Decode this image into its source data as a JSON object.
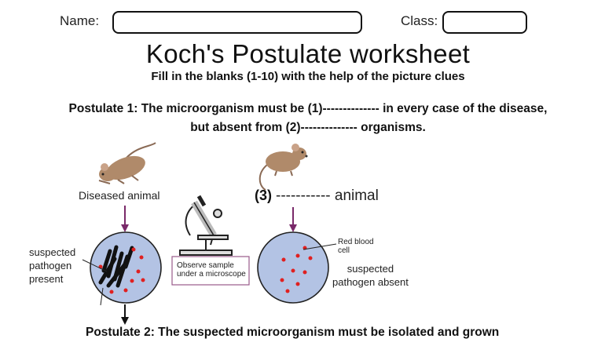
{
  "header": {
    "name_label": "Name:",
    "class_label": "Class:"
  },
  "title": "Koch's Postulate worksheet",
  "subtitle": "Fill in the blanks (1-10) with the help of the picture clues",
  "postulate1": {
    "line1": "Postulate 1: The microorganism must be (1)-------------- in every case of the disease,",
    "line2": "but absent from (2)-------------- organisms."
  },
  "figure": {
    "diseased_label": "Diseased animal",
    "blank3_number": "(3)",
    "blank3_rest": "----------- animal",
    "left_dish_label_1": "suspected",
    "left_dish_label_2": "pathogen",
    "left_dish_label_3": "present",
    "microscope_caption_1": "Observe sample",
    "microscope_caption_2": "under a microscope",
    "red_blood_label_1": "Red blood",
    "red_blood_label_2": "cell",
    "right_dish_label_1": "suspected",
    "right_dish_label_2": "pathogen absent"
  },
  "postulate2": "Postulate 2: The suspected microorganism must be isolated and grown",
  "colors": {
    "dish_fill": "#b3c3e4",
    "dot": "#e02020",
    "arrow": "#7a2a6a",
    "mouse": "#b08a6a"
  }
}
